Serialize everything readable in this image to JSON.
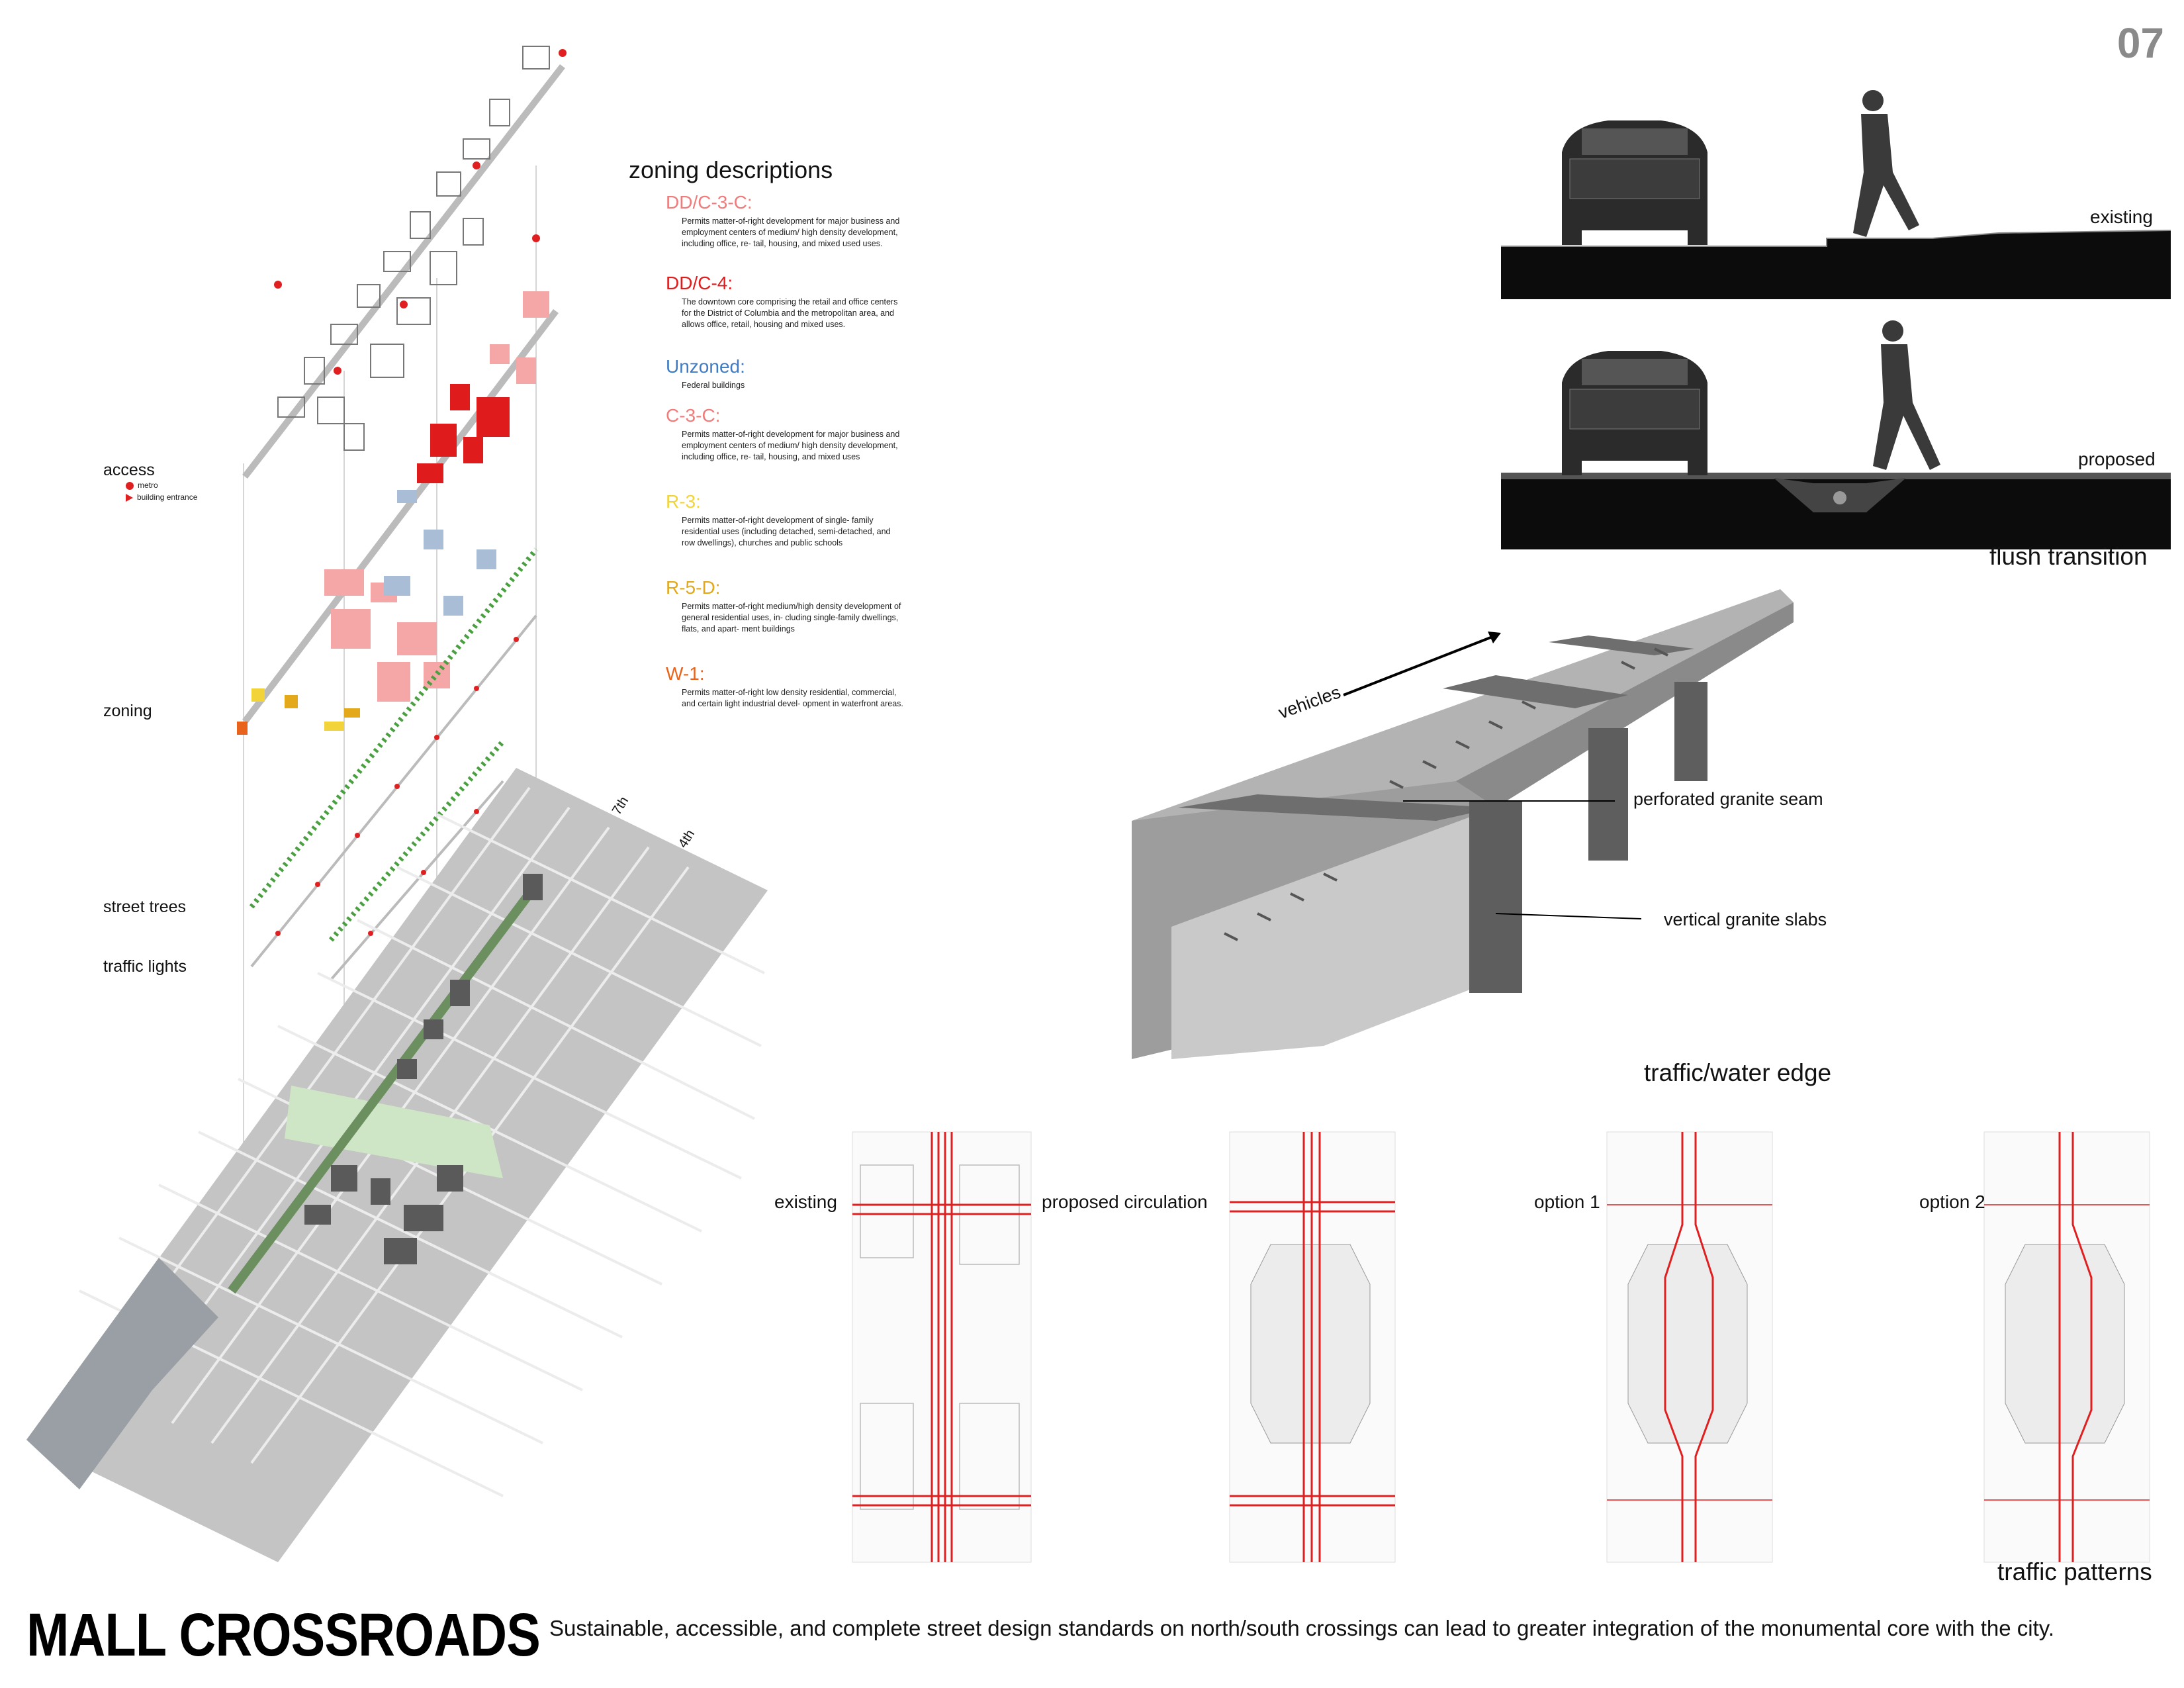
{
  "page_number": "07",
  "layers": {
    "access": "access",
    "zoning": "zoning",
    "street_trees": "street trees",
    "traffic_lights": "traffic lights"
  },
  "legend": {
    "metro": "metro",
    "building_entrance": "building entrance"
  },
  "street_labels": {
    "a": "7th",
    "b": "4th"
  },
  "zoning_descriptions": {
    "title": "zoning descriptions",
    "zones": [
      {
        "code": "DD/C-3-C:",
        "color": "#f07b7b",
        "desc": "Permits matter-of-right development for major business and employment centers of medium/ high density development, including office, re- tail, housing, and mixed used uses."
      },
      {
        "code": "DD/C-4:",
        "color": "#e01b1b",
        "desc": "The downtown core comprising the retail and office centers for the District of Columbia and the metropolitan area, and allows office, retail, housing and mixed uses."
      },
      {
        "code": "Unzoned:",
        "color": "#3f7bc4",
        "desc": "Federal buildings"
      },
      {
        "code": "C-3-C:",
        "color": "#f07b7b",
        "desc": "Permits matter-of-right development for major business and employment centers of medium/ high density development, including office, re- tail, housing, and mixed uses"
      },
      {
        "code": "R-3:",
        "color": "#f2d43a",
        "desc": "Permits matter-of-right development of single- family residential uses (including detached, semi-detached, and row dwellings), churches and public schools"
      },
      {
        "code": "R-5-D:",
        "color": "#e3a91a",
        "desc": "Permits matter-of-right medium/high density development of general residential uses, in- cluding single-family dwellings, flats, and apart- ment buildings"
      },
      {
        "code": "W-1:",
        "color": "#e8641c",
        "desc": "Permits matter-of-right low density residential, commercial, and certain light industrial devel- opment in waterfront areas."
      }
    ]
  },
  "sections": {
    "existing": "existing",
    "proposed": "proposed",
    "title": "flush transition"
  },
  "edge": {
    "vehicles": "vehicles",
    "perforated": "perforated granite seam",
    "vertical": "vertical granite slabs",
    "title": "traffic/water edge"
  },
  "traffic_patterns": {
    "labels": [
      "existing",
      "proposed circulation",
      "option 1",
      "option 2"
    ],
    "title": "traffic patterns"
  },
  "title": "MALL CROSSROADS",
  "subtitle": "Sustainable, accessible, and complete street design standards on north/south crossings can lead to greater integration of the monumental core with the city."
}
